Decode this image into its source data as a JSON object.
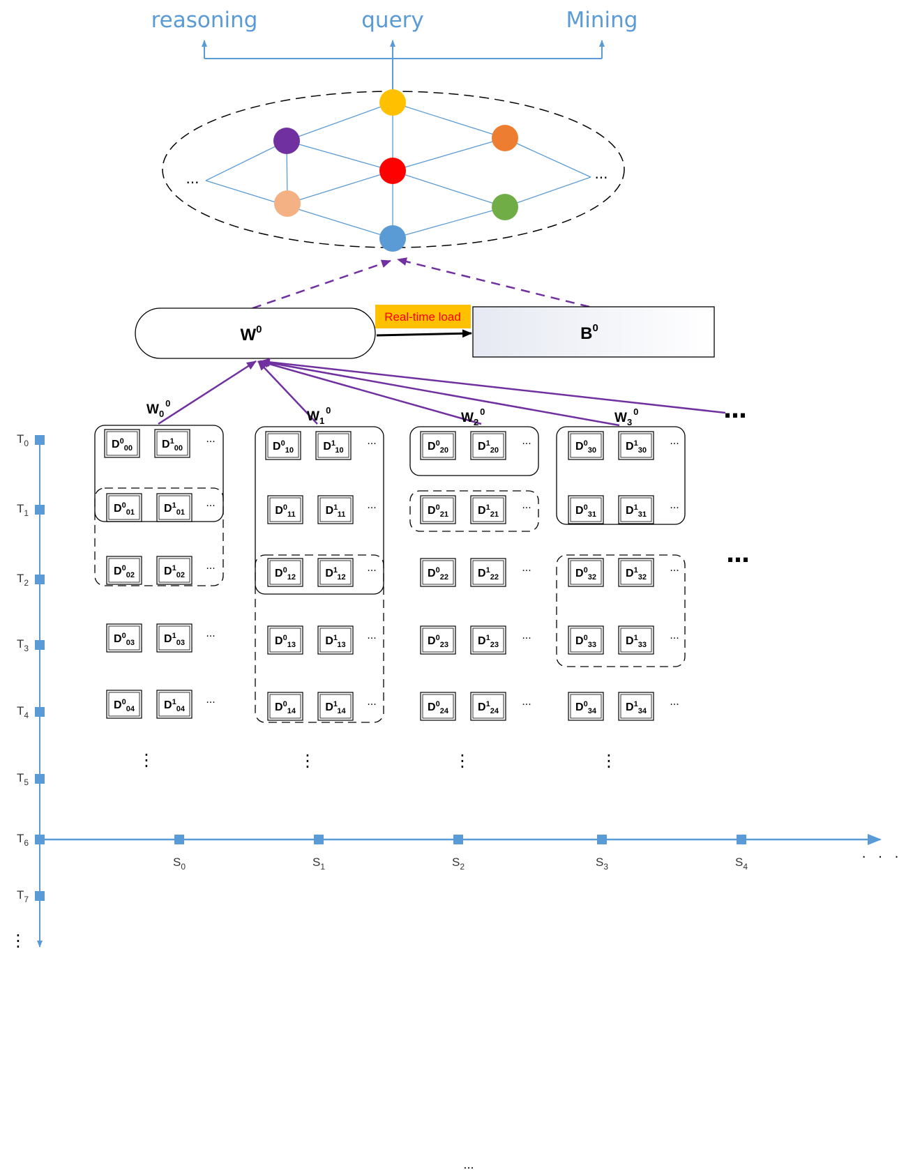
{
  "outputs": [
    "reasoning",
    "query",
    "Mining"
  ],
  "graph": {
    "node_colors": [
      "#ffc000",
      "#7030a0",
      "#ed7d31",
      "#ff0000",
      "#f4b183",
      "#70ad47",
      "#5b9bd5"
    ],
    "left_ellipsis": "...",
    "right_ellipsis": "..."
  },
  "colors": {
    "accent_blue": "#5b9bd5",
    "purple": "#7030a0",
    "load_label_bg": "#ffc000",
    "load_label_text": "#ff0000"
  },
  "window": {
    "base": "W",
    "sup": "0"
  },
  "buffer": {
    "base": "B",
    "sup": "0"
  },
  "load_label": "Real-time load",
  "sub_windows": [
    {
      "base": "W",
      "sub": "0",
      "sup": "0"
    },
    {
      "base": "W",
      "sub": "1",
      "sup": "0"
    },
    {
      "base": "W",
      "sub": "2",
      "sup": "0"
    },
    {
      "base": "W",
      "sub": "3",
      "sup": "0"
    }
  ],
  "more_streams": "...",
  "more_rows": "...",
  "cell_ellipsis": "...",
  "column_ellipsis": "⋮",
  "streams": [
    "S",
    "S",
    "S",
    "S",
    "S"
  ],
  "stream_subs": [
    "0",
    "1",
    "2",
    "3",
    "4"
  ],
  "times": [
    "T",
    "T",
    "T",
    "T",
    "T",
    "T",
    "T",
    "T"
  ],
  "time_subs": [
    "0",
    "1",
    "2",
    "3",
    "4",
    "5",
    "6",
    "7"
  ],
  "x_axis_ellipsis": ". . .",
  "y_axis_ellipsis": "⋮",
  "footer": "..."
}
